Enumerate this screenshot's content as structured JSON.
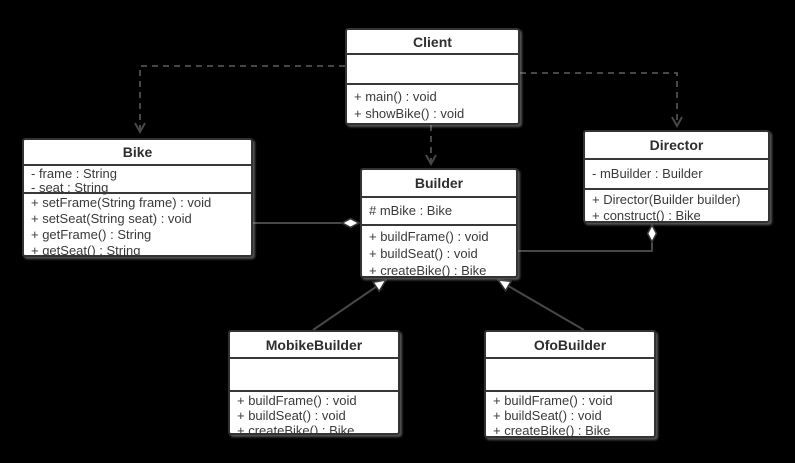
{
  "colors": {
    "background": "#000000",
    "box_fill": "#ffffff",
    "box_border": "#333333",
    "text": "#3a3a3a",
    "line": "#474747"
  },
  "classes": [
    {
      "name": "Client",
      "attributes": [],
      "methods": [
        "+ main() : void",
        "+ showBike() : void"
      ]
    },
    {
      "name": "Bike",
      "attributes": [
        "- frame : String",
        "- seat : String"
      ],
      "methods": [
        "+ setFrame(String frame) : void",
        "+ setSeat(String seat) : void",
        "+ getFrame() : String",
        "+ getSeat() : String"
      ]
    },
    {
      "name": "Builder",
      "attributes": [
        "# mBike : Bike"
      ],
      "methods": [
        "+ buildFrame() : void",
        "+ buildSeat() : void",
        "+ createBike() : Bike"
      ]
    },
    {
      "name": "Director",
      "attributes": [
        "- mBuilder : Builder"
      ],
      "methods": [
        "+ Director(Builder builder)",
        "+ construct() : Bike"
      ]
    },
    {
      "name": "MobikeBuilder",
      "attributes": [],
      "methods": [
        "+ buildFrame() : void",
        "+ buildSeat() : void",
        "+ createBike() : Bike"
      ]
    },
    {
      "name": "OfoBuilder",
      "attributes": [],
      "methods": [
        "+ buildFrame() : void",
        "+ buildSeat() : void",
        "+ createBike() : Bike"
      ]
    }
  ],
  "relationships": [
    {
      "type": "dependency",
      "from": "Client",
      "to": "Bike",
      "line": "dashed",
      "arrow": "open"
    },
    {
      "type": "dependency",
      "from": "Client",
      "to": "Builder",
      "line": "dashed",
      "arrow": "open"
    },
    {
      "type": "dependency",
      "from": "Client",
      "to": "Director",
      "line": "dashed",
      "arrow": "open"
    },
    {
      "type": "aggregation",
      "from": "Builder",
      "to": "Bike",
      "diamond_at": "Builder"
    },
    {
      "type": "aggregation",
      "from": "Director",
      "to": "Builder",
      "diamond_at": "Director"
    },
    {
      "type": "generalization",
      "from": "MobikeBuilder",
      "to": "Builder"
    },
    {
      "type": "generalization",
      "from": "OfoBuilder",
      "to": "Builder"
    }
  ]
}
